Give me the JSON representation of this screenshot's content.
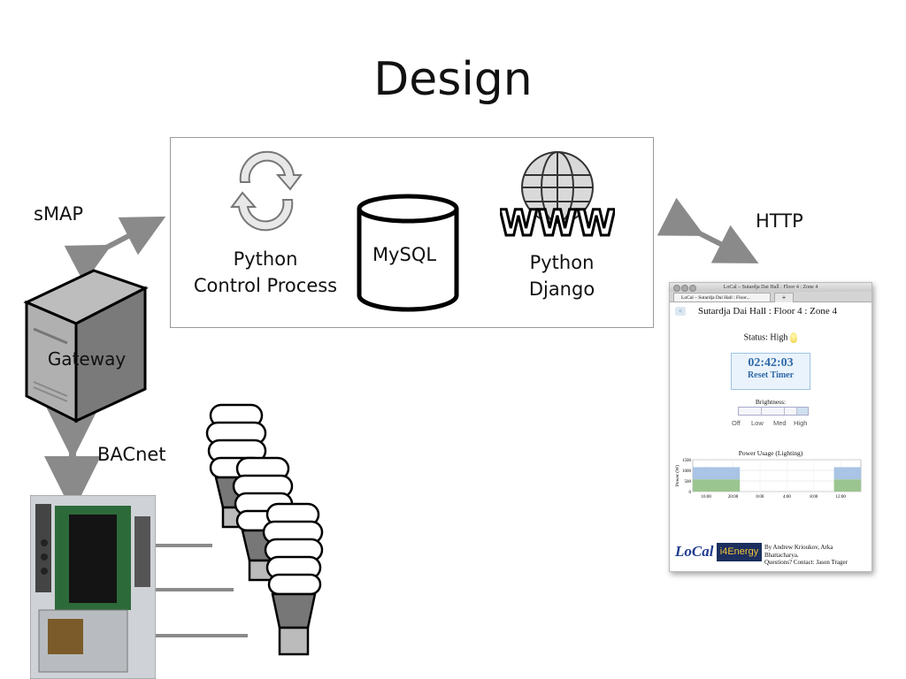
{
  "title": "Design",
  "labels": {
    "smap": "sMAP",
    "http": "HTTP",
    "bacnet": "BACnet",
    "gateway": "Gateway",
    "python_control": [
      "Python",
      "Control Process"
    ],
    "mysql": "MySQL",
    "python_django": [
      "Python",
      "Django"
    ],
    "www": "WWW"
  },
  "browser": {
    "window_title": "LoCal – Sutardja Dai Hall : Floor 4 : Zone 4",
    "tab_title": "LoCal – Sutardja Dai Hall : Floor...",
    "new_tab": "+",
    "back_button": "<",
    "zone_title": "Sutardja Dai Hall : Floor 4 : Zone 4",
    "status": "Status: High",
    "timer": "02:42:03",
    "reset_button": "Reset Timer",
    "brightness_label": "Brightness:",
    "brightness_levels": [
      "Off",
      "Low",
      "Med",
      "High"
    ],
    "brightness_value": "High",
    "logo_local": "LoCal",
    "logo_energy": "i4Energy",
    "credits": [
      "By Andrew Krioukov, Arka",
      "Bhattacharya.",
      "Questions? Contact: Jason Trager"
    ]
  },
  "chart_data": {
    "type": "area",
    "title": "Power Usage (Lighting)",
    "ylabel": "Power (W)",
    "xlabel": "",
    "x_ticks": [
      "16:00",
      "20:00",
      "0:00",
      "4:00",
      "8:00",
      "12:00"
    ],
    "y_ticks": [
      0,
      500,
      1000,
      1500
    ],
    "ylim": [
      0,
      1500
    ],
    "series": [
      {
        "values_note": "",
        "x": [
          "14:00",
          "21:00",
          "21:01",
          "11:00",
          "11:01",
          "15:00"
        ],
        "values": [
          1150,
          1150,
          0,
          0,
          1150,
          1150
        ]
      }
    ],
    "colors": {
      "fill_top": "#a9c4e4",
      "fill_bottom": "#9bc590"
    }
  }
}
